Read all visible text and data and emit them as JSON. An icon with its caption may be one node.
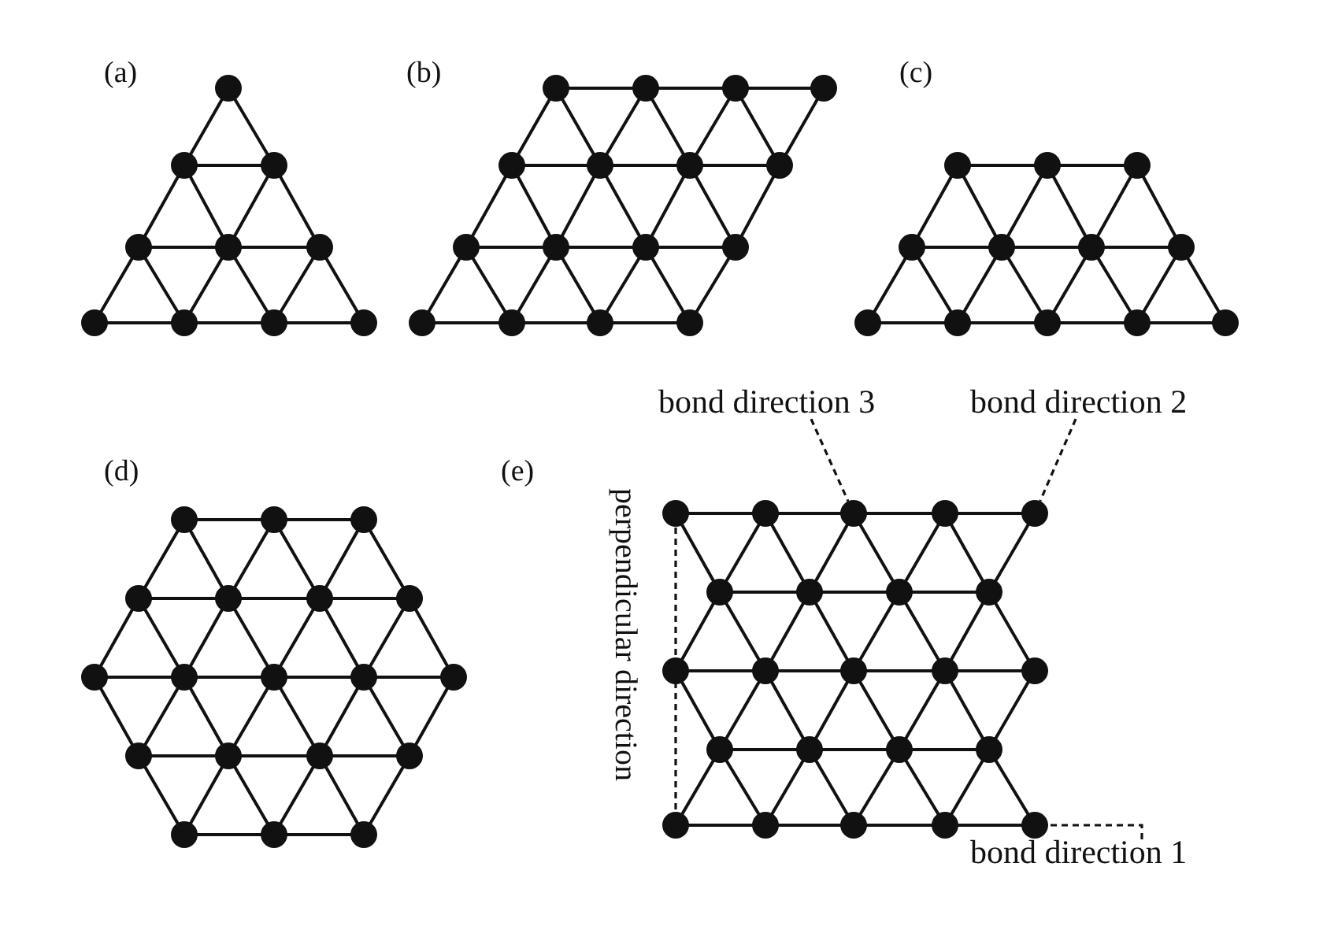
{
  "diagram": {
    "nodes": [
      {
        "text": [
          "bond direction 3"
        ]
      },
      {
        "text": [
          "bond direction 2"
        ]
      },
      {
        "text": [
          "bond direction 1"
        ]
      },
      {
        "text": [],
        "shape": "circle"
      },
      {
        "text": [],
        "shape": "circle"
      },
      {
        "text": [],
        "shape": "circle"
      }
    ],
    "edges": [
      {
        "from": 0,
        "to": 3,
        "arrow": "none",
        "style": "dashed"
      },
      {
        "from": 1,
        "to": 4,
        "arrow": "none",
        "style": "dashed"
      },
      {
        "from": 2,
        "to": 5,
        "arrow": "none",
        "style": "dashed"
      }
    ],
    "labels": [
      "(a)",
      "(b)",
      "(c)",
      "(d)",
      "(e)",
      "perpendicular direction"
    ]
  }
}
